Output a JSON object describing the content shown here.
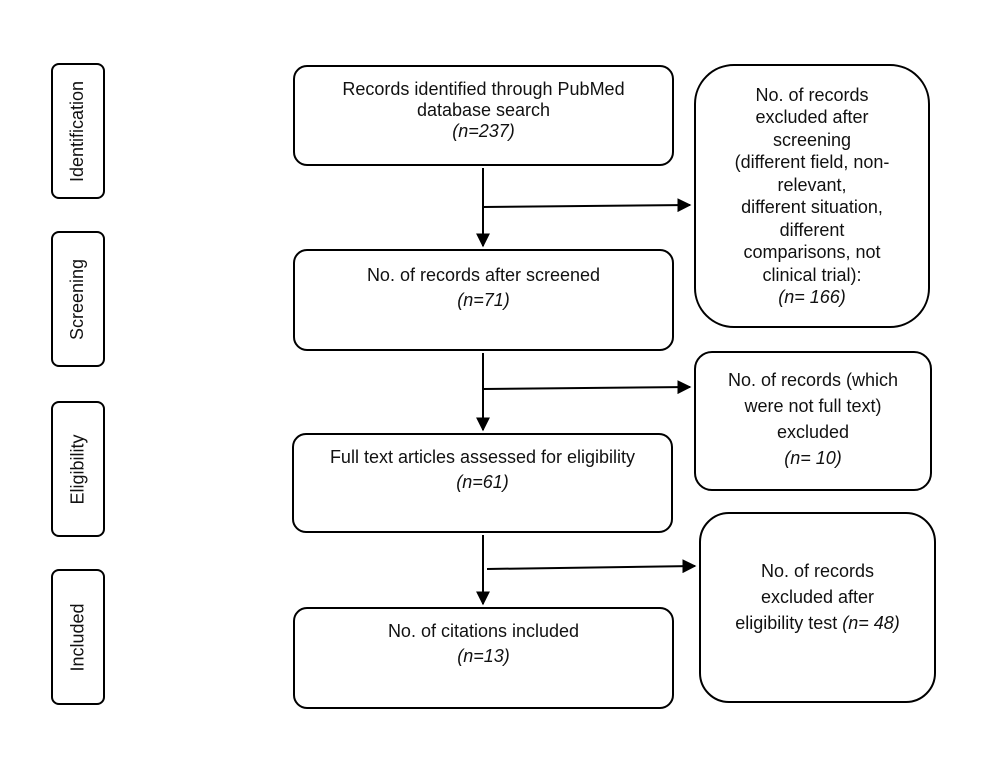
{
  "stages": {
    "identification": "Identification",
    "screening": "Screening",
    "eligibility": "Eligibility",
    "included": "Included"
  },
  "main": {
    "identified": {
      "line1": "Records identified through PubMed",
      "line2": "database search",
      "n": "(n=237)"
    },
    "screened": {
      "line1": "No. of records after screened",
      "n": "(n=71)"
    },
    "eligibility": {
      "line1": "Full text articles assessed for eligibility",
      "n": "(n=61)"
    },
    "included": {
      "line1": "No. of citations included",
      "n": "(n=13)"
    }
  },
  "excluded": {
    "after_screening": {
      "lines": [
        "No. of records",
        "excluded after",
        "screening",
        "(different field, non-",
        "relevant,",
        "different situation,",
        "different",
        "comparisons, not",
        "clinical trial):"
      ],
      "n": "(n= 166)"
    },
    "not_full_text": {
      "lines": [
        "No. of records (which",
        "were not full text)",
        "excluded"
      ],
      "n": "(n= 10)"
    },
    "after_eligibility": {
      "lines": [
        "No. of records",
        "excluded after"
      ],
      "line_last": "eligibility test ",
      "n": "(n= 48)"
    }
  }
}
